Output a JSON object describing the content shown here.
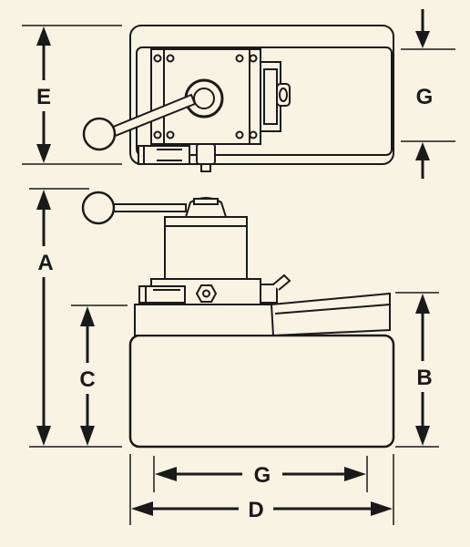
{
  "labels": {
    "e": "E",
    "g_top": "G",
    "a": "A",
    "b": "B",
    "c": "C",
    "g_bottom": "G",
    "d": "D"
  }
}
